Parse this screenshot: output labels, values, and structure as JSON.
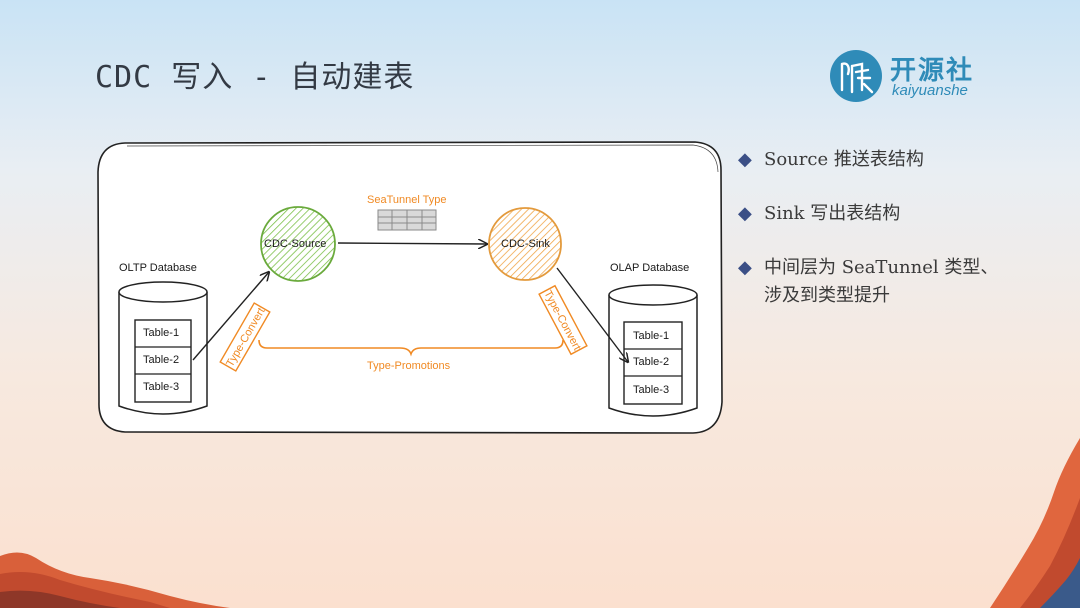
{
  "slide": {
    "title": "CDC 写入 - 自动建表"
  },
  "logo": {
    "cn": "开源社",
    "en": "kaiyuanshe",
    "icon": "kaiyuanshe-logo-icon"
  },
  "diagram": {
    "oltp_label": "OLTP Database",
    "olap_label": "OLAP Database",
    "source_tables": [
      "Table-1",
      "Table-2",
      "Table-3"
    ],
    "sink_tables": [
      "Table-1",
      "Table-2",
      "Table-3"
    ],
    "cdc_source": "CDC-Source",
    "cdc_sink": "CDC-Sink",
    "seatunnel_type": "SeaTunnel Type",
    "type_convert_left": "Type-Convert",
    "type_convert_right": "Type-Convert",
    "type_promotions": "Type-Promotions",
    "colors": {
      "source_fill": "#7cc04a",
      "sink_fill": "#f0a64a",
      "accent": "#f08a24"
    }
  },
  "bullets": [
    {
      "text": "Source 推送表结构"
    },
    {
      "text": "Sink 写出表结构"
    },
    {
      "line1": "中间层为 SeaTunnel 类型、",
      "line2": "涉及到类型提升"
    }
  ]
}
